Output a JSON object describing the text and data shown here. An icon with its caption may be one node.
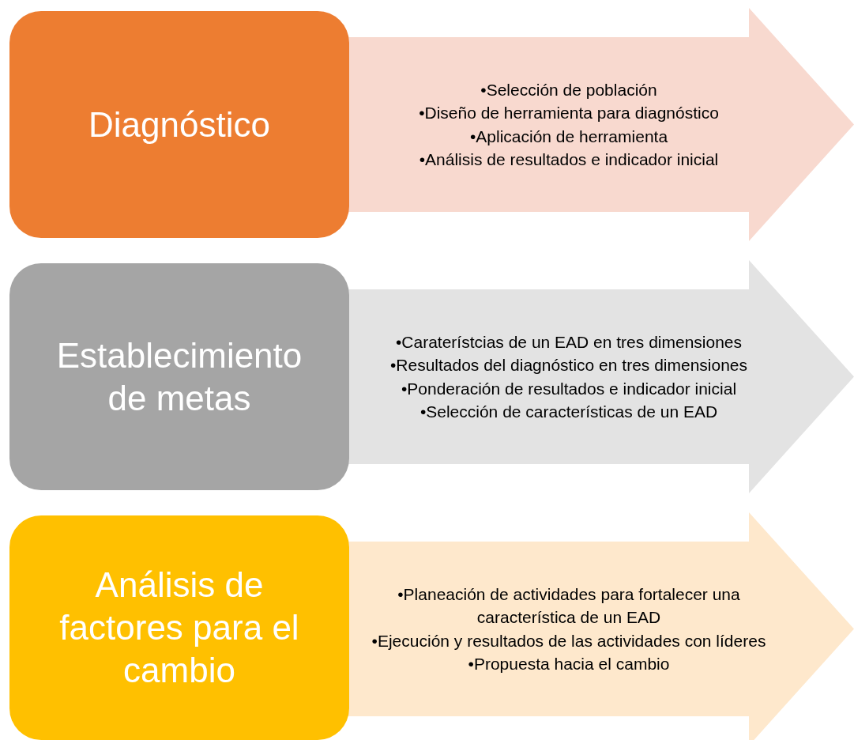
{
  "diagram": {
    "nodes": [
      {
        "text": [
          "Diagnóstico"
        ]
      },
      {
        "text": [
          "•Selección de población",
          "•Diseño de herramienta para diagnóstico",
          "•Aplicación de herramienta",
          "•Análisis de resultados e indicador inicial"
        ]
      },
      {
        "text": [
          "Establecimiento de metas"
        ]
      },
      {
        "text": [
          "•Caraterístcias de un EAD en tres dimensiones",
          "•Resultados del diagnóstico en tres dimensiones",
          "•Ponderación de resultados e indicador inicial",
          "•Selección de características de un EAD"
        ]
      },
      {
        "text": [
          "Análisis de factores para el cambio"
        ]
      },
      {
        "text": [
          "•Planeación de actividades para fortalecer una característica de un EAD",
          "•Ejecución y resultados de las actividades con líderes",
          "•Propuesta hacia el cambio"
        ]
      }
    ]
  }
}
